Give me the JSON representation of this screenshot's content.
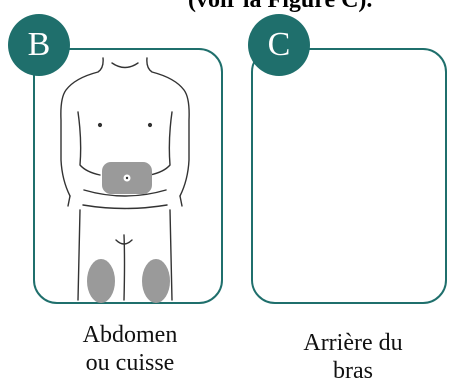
{
  "header": {
    "text": "(voir la Figure C)."
  },
  "figures": [
    {
      "badge": "B",
      "caption_line1": "Abdomen",
      "caption_line2": "ou cuisse"
    },
    {
      "badge": "C",
      "caption_line1": "Arrière du",
      "caption_line2": "bras"
    }
  ],
  "colors": {
    "accent": "#1f6f6c",
    "injection_zone": "#9a9a9a",
    "outline": "#333333"
  }
}
